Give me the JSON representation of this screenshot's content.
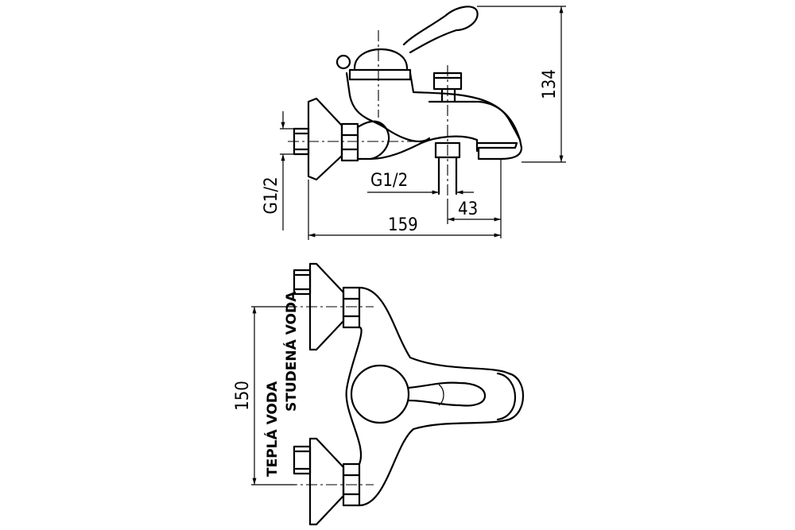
{
  "dimensions": {
    "height_total": "134",
    "length_total": "159",
    "spout_offset": "43",
    "thread_inlet": "G1/2",
    "thread_outlet": "G1/2",
    "inlet_spacing": "150"
  },
  "labels": {
    "hot_water": "TEPLÁ VODA",
    "cold_water": "STUDENÁ VODA"
  }
}
